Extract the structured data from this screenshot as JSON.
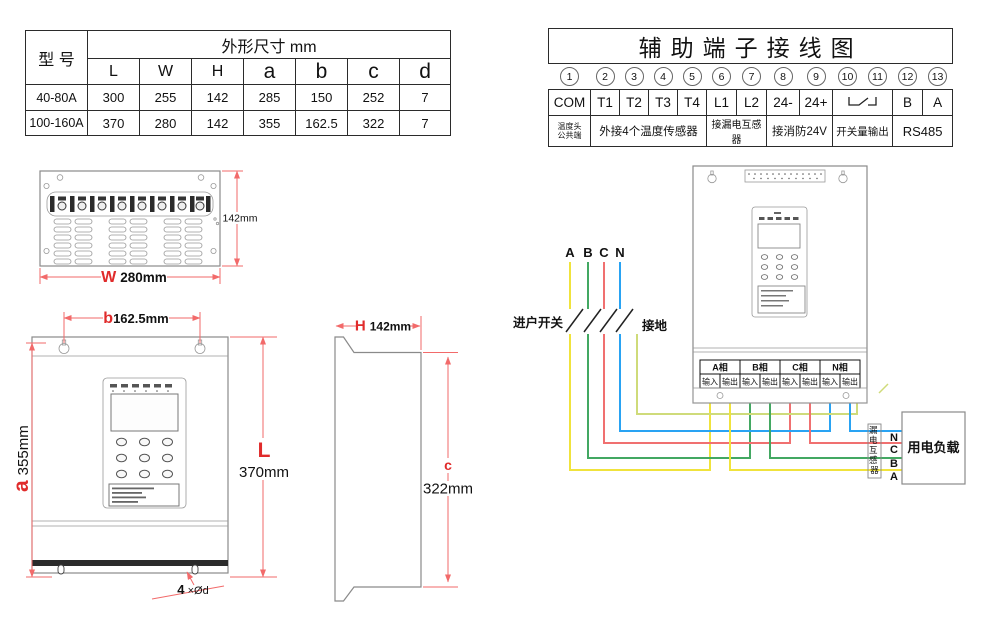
{
  "colors": {
    "dim_line": "#f26a6a",
    "dim_letter": "#e02b2b",
    "wire_a": "#f0e33c",
    "wire_b": "#43a862",
    "wire_c": "#f07070",
    "wire_n": "#29a3f3",
    "wire_ground": "#cfdb7a"
  },
  "dim_table": {
    "model_header": "型 号",
    "size_header": "外形尺寸 mm",
    "columns": [
      "L",
      "W",
      "H",
      "a",
      "b",
      "c",
      "d"
    ],
    "rows": [
      {
        "model": "40-80A",
        "values": [
          "300",
          "255",
          "142",
          "285",
          "150",
          "252",
          "7"
        ]
      },
      {
        "model": "100-160A",
        "values": [
          "370",
          "280",
          "142",
          "355",
          "162.5",
          "322",
          "7"
        ]
      }
    ]
  },
  "aux_table": {
    "title": "辅助端子接线图",
    "numbers": [
      "1",
      "2",
      "3",
      "4",
      "5",
      "6",
      "7",
      "8",
      "9",
      "10",
      "11",
      "12",
      "13"
    ],
    "terminals": [
      "COM",
      "T1",
      "T2",
      "T3",
      "T4",
      "L1",
      "L2",
      "24-",
      "24+",
      "B",
      "A"
    ],
    "desc_com_line1": "温度头",
    "desc_com_line2": "公共端",
    "desc_temp": "外接4个温度传感器",
    "desc_leak": "接漏电互感器",
    "desc_fire": "接消防24V",
    "desc_switch": "开关量输出",
    "desc_rs485": "RS485"
  },
  "top_view": {
    "w_letter": "W",
    "w_value": "280mm",
    "side_value": "142mm"
  },
  "front_view": {
    "b_letter": "b",
    "b_value": "162.5mm",
    "a_letter": "a",
    "a_value": "355mm",
    "l_letter": "L",
    "l_value": "370mm",
    "holes_note_num": "4",
    "holes_note_rest": " ×Ød"
  },
  "side_view": {
    "h_letter": "H",
    "h_value": "142mm",
    "c_letter": "c",
    "c_value": "322mm"
  },
  "wiring": {
    "phase_labels": [
      "A",
      "B",
      "C",
      "N"
    ],
    "switch_label": "进户开关",
    "ground_label": "接地",
    "phases": [
      "A相",
      "B相",
      "C相",
      "N相"
    ],
    "io_in": "输入",
    "io_out": "输出",
    "load_label": "用电负载",
    "ct_chars": [
      "漏",
      "电",
      "互",
      "感",
      "器"
    ],
    "load_wire_labels": [
      "N",
      "C",
      "B",
      "A"
    ]
  }
}
